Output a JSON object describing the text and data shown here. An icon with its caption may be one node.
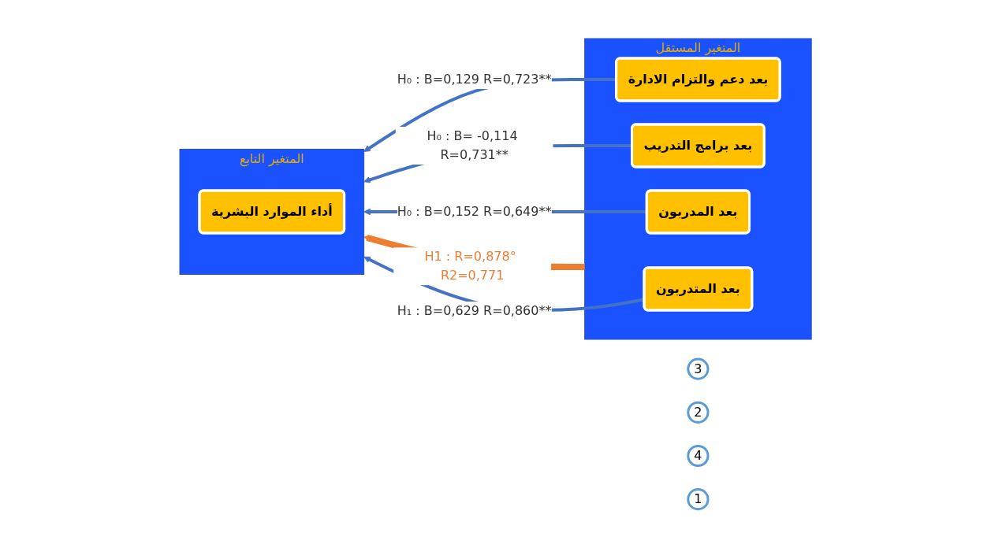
{
  "diagram": {
    "nodes": [
      {
        "text": [
          "المتغير المستقل"
        ]
      },
      {
        "text": [
          "بعد دعم والتزام الادارة"
        ],
        "in": 0
      },
      {
        "text": [
          "بعد برامج التدريب"
        ],
        "in": 0
      },
      {
        "text": [
          "بعد المدربون"
        ],
        "in": 0
      },
      {
        "text": [
          "بعد المتدربون"
        ],
        "in": 0
      },
      {
        "text": [
          "المتغير التابع"
        ]
      },
      {
        "text": [
          "أداء الموارد البشرية"
        ],
        "in": 5
      },
      {
        "text": [
          "3"
        ]
      },
      {
        "text": [
          "2"
        ]
      },
      {
        "text": [
          "4"
        ]
      },
      {
        "text": [
          "1"
        ]
      }
    ],
    "edges": [
      {
        "from": 0,
        "to": 5,
        "arrow": "to",
        "label": "H1 : R=0,878° R2=0,771",
        "style": "thick",
        "color": "#ed7d31"
      },
      {
        "from": 1,
        "to": 5,
        "arrow": "to",
        "label": "H₀ : B=0,129 R=0,723**"
      },
      {
        "from": 2,
        "to": 5,
        "arrow": "to",
        "label": "H₀ : B= -0,114 R=0,731**"
      },
      {
        "from": 3,
        "to": 5,
        "arrow": "to",
        "label": "H₀ : B=0,152 R=0,649**"
      },
      {
        "from": 4,
        "to": 5,
        "arrow": "to",
        "label": "H₁ : B=0,629 R=0,860**"
      }
    ]
  }
}
